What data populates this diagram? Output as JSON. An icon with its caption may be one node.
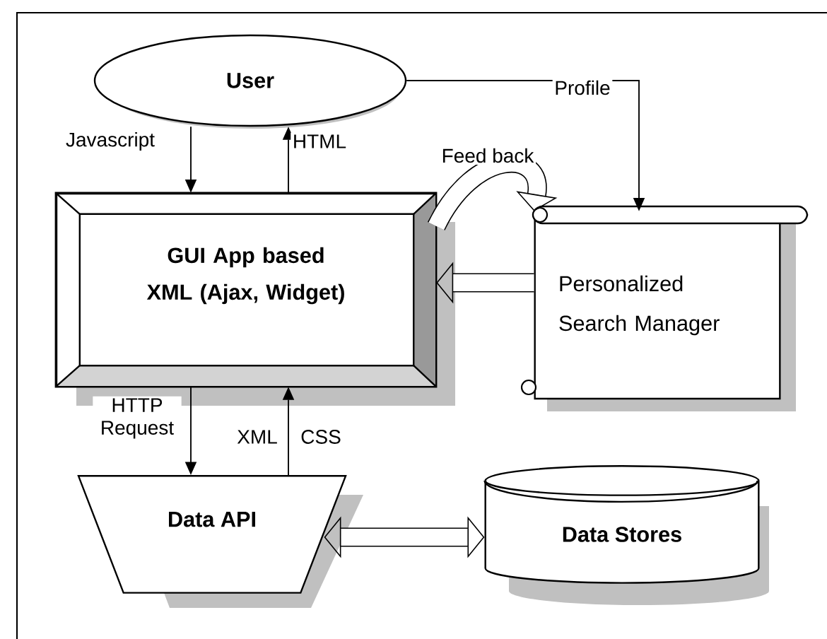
{
  "diagram": {
    "nodes": [
      {
        "text": [
          "User"
        ]
      },
      {
        "text": [
          "GUI App based XML (Ajax, Widget)"
        ]
      },
      {
        "text": [
          "Personalized Search Manager"
        ]
      },
      {
        "text": [
          "Data API"
        ]
      },
      {
        "text": [
          "Data Stores"
        ]
      }
    ],
    "edges": [
      {
        "from": 0,
        "to": 1,
        "arrow": "to",
        "label": "Javascript"
      },
      {
        "from": 1,
        "to": 0,
        "arrow": "to",
        "label": "HTML"
      },
      {
        "from": 0,
        "to": 2,
        "arrow": "to",
        "label": "Profile"
      },
      {
        "from": 1,
        "to": 2,
        "arrow": "to",
        "label": "Feed back",
        "style": "thick"
      },
      {
        "from": 2,
        "to": 1,
        "arrow": "to",
        "style": "thick"
      },
      {
        "from": 1,
        "to": 3,
        "arrow": "to",
        "label": "HTTP Request"
      },
      {
        "from": 3,
        "to": 1,
        "arrow": "to",
        "label": "XML"
      },
      {
        "from": 3,
        "to": 4,
        "arrow": "both",
        "style": "thick"
      }
    ],
    "labels": [
      "CSS"
    ]
  }
}
